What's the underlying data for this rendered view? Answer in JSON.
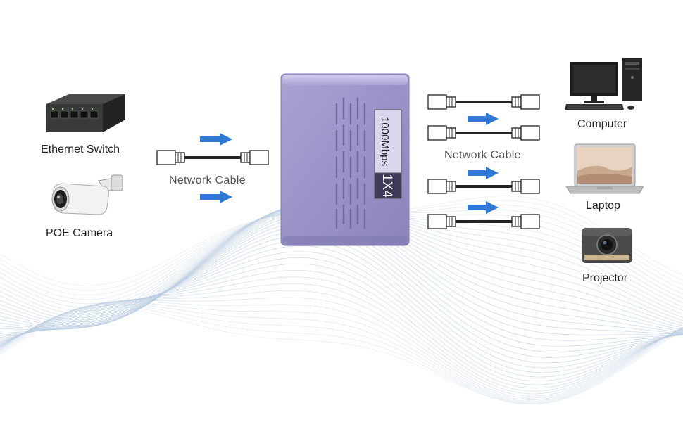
{
  "sources": [
    {
      "label": "Ethernet Switch",
      "icon": "ethernet-switch-icon"
    },
    {
      "label": "POE Camera",
      "icon": "poe-camera-icon"
    }
  ],
  "input_cable": {
    "label": "Network Cable"
  },
  "device": {
    "speed": "1000Mbps",
    "ports": "1X4",
    "color": "#9a93c8"
  },
  "output_cable": {
    "label": "Network Cable"
  },
  "targets": [
    {
      "label": "Computer",
      "icon": "computer-icon"
    },
    {
      "label": "Laptop",
      "icon": "laptop-icon"
    },
    {
      "label": "Projector",
      "icon": "projector-icon"
    }
  ],
  "colors": {
    "arrow": "#2f78d6",
    "wave": "#b9cce0",
    "device": "#9a93c8"
  }
}
